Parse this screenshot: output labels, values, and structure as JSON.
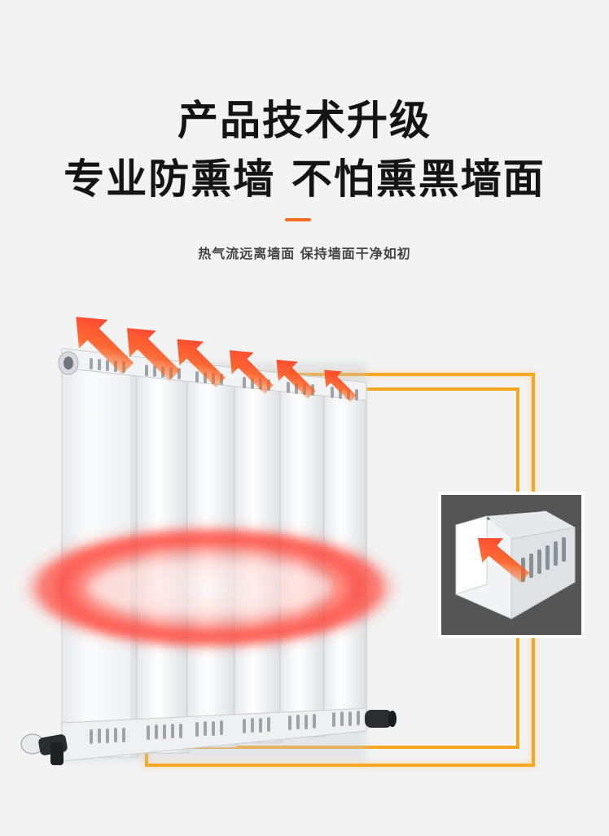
{
  "heading": {
    "line1": "产品技术升级",
    "line2": "专业防熏墙 不怕熏黑墙面",
    "subtitle": "热气流远离墙面 保持墙面干净如初"
  },
  "colors": {
    "accent": "#f36c21",
    "frame_gold": "#f5a623",
    "heat_red": "#ff3b2f",
    "inset_bg": "#555555"
  },
  "illustration": {
    "radiator_sections": 6,
    "icons": [
      "heat-arrow-icon",
      "heat-glow-ring",
      "radiator-valve-icon"
    ]
  }
}
